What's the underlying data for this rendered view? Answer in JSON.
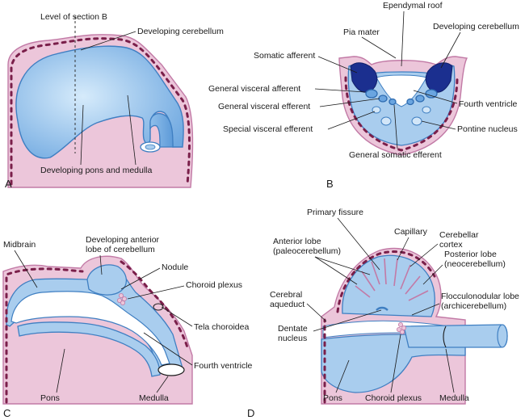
{
  "panels": {
    "A": {
      "letter": "A",
      "labels": {
        "level_section": "Level of section B",
        "developing_cerebellum": "Developing cerebellum",
        "pons_medulla": "Developing pons and medulla"
      }
    },
    "B": {
      "letter": "B",
      "labels": {
        "pia_mater": "Pia mater",
        "ependymal_roof": "Ependymal roof",
        "developing_cerebellum": "Developing cerebellum",
        "somatic_afferent": "Somatic afferent",
        "general_visceral_afferent": "General visceral afferent",
        "general_visceral_efferent": "General visceral efferent",
        "special_visceral_efferent": "Special visceral efferent",
        "fourth_ventricle": "Fourth ventricle",
        "pontine_nucleus": "Pontine nucleus",
        "general_somatic_efferent": "General somatic efferent"
      }
    },
    "C": {
      "letter": "C",
      "labels": {
        "midbrain": "Midbrain",
        "anterior_lobe_l1": "Developing anterior",
        "anterior_lobe_l2": "lobe of cerebellum",
        "nodule": "Nodule",
        "choroid_plexus": "Choroid plexus",
        "tela_choroidea": "Tela choroidea",
        "fourth_ventricle": "Fourth ventricle",
        "pons": "Pons",
        "medulla": "Medulla"
      }
    },
    "D": {
      "letter": "D",
      "labels": {
        "primary_fissure": "Primary fissure",
        "capillary": "Capillary",
        "cerebellar_cortex_l1": "Cerebellar",
        "cerebellar_cortex_l2": "cortex",
        "anterior_lobe_l1": "Anterior lobe",
        "anterior_lobe_l2": "(paleocerebellum)",
        "posterior_lobe_l1": "Posterior lobe",
        "posterior_lobe_l2": "(neocerebellum)",
        "cerebral_aqueduct_l1": "Cerebral",
        "cerebral_aqueduct_l2": "aqueduct",
        "flocculonodular_l1": "Flocculonodular lobe",
        "flocculonodular_l2": "(archicerebellum)",
        "dentate_l1": "Dentate",
        "dentate_l2": "nucleus",
        "pons": "Pons",
        "choroid_plexus": "Choroid plexus",
        "medulla": "Medulla"
      }
    }
  },
  "colors": {
    "pia_pink": "#ecc6da",
    "pia_edge": "#c27aa6",
    "neural_blue": "#a9cdee",
    "ventricle_blue": "#6aa5e0",
    "nuclei_navy": "#1b2f8f",
    "vessel_dots": "#7a1f4a"
  }
}
